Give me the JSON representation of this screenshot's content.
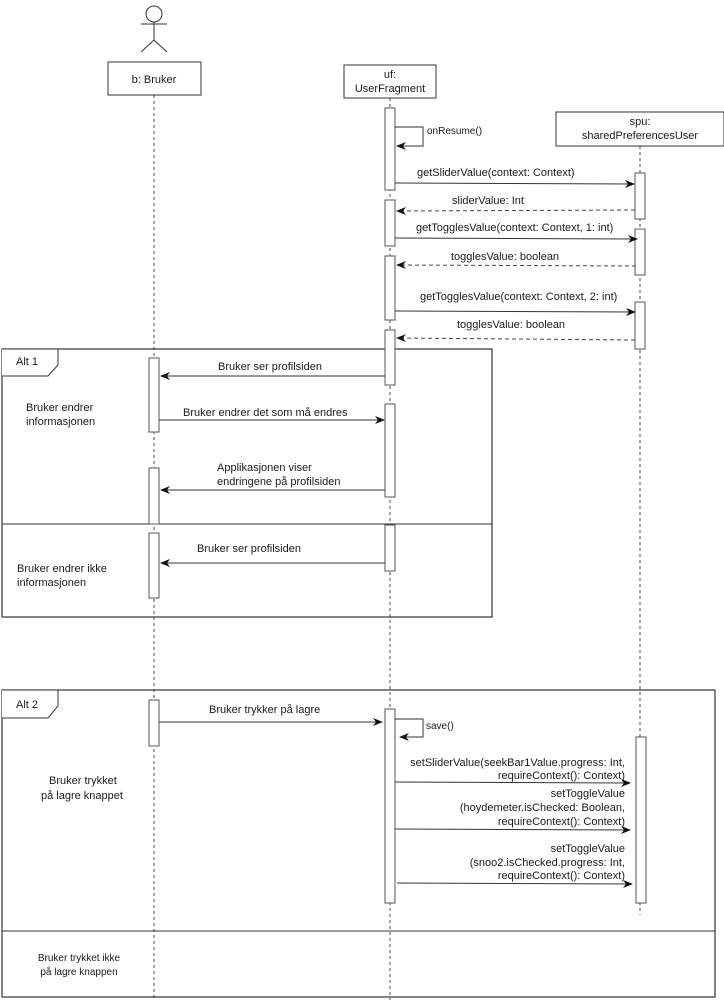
{
  "participants": {
    "actor": {
      "label": "b: Bruker"
    },
    "uf": {
      "line1": "uf:",
      "line2": "UserFragment"
    },
    "spu": {
      "line1": "spu:",
      "line2": "sharedPreferencesUser"
    }
  },
  "messages": {
    "on_resume": "onResume()",
    "get_slider": "getSliderValue(context: Context)",
    "slider_ret": "sliderValue: Int",
    "get_toggles_1": "getTogglesValue(context: Context, 1: int)",
    "toggles_ret_1": "togglesValue: boolean",
    "get_toggles_2": "getTogglesValue(context: Context, 2: int)",
    "toggles_ret_2": "togglesValue: boolean"
  },
  "alt1": {
    "label": "Alt 1",
    "guard1": [
      "Bruker endrer",
      "informasjonen"
    ],
    "msg_ser_profil": "Bruker ser profilsiden",
    "msg_endrer": "Bruker endrer det som må endres",
    "msg_viser": [
      "Applikasjonen viser",
      "endringene på profilsiden"
    ],
    "guard2": [
      "Bruker endrer ikke",
      "informasjonen"
    ],
    "msg_ser_profil_2": "Bruker ser profilsiden"
  },
  "alt2": {
    "label": "Alt 2",
    "msg_trykker": "Bruker trykker på lagre",
    "save": "save()",
    "guard1": [
      "Bruker trykket",
      "på lagre knappet"
    ],
    "set_slider": [
      "setSliderValue(seekBar1Value.progress: Int,",
      "requireContext(): Context)"
    ],
    "set_toggle_1": [
      "setToggleValue",
      "(hoydemeter.isChecked: Boolean,",
      "requireContext(): Context)"
    ],
    "set_toggle_2": [
      "setToggleValue",
      "(snoo2.isChecked.progress: Int,",
      "requireContext(): Context)"
    ],
    "guard2": [
      "Bruker trykket ikke",
      "på lagre knappen"
    ]
  }
}
